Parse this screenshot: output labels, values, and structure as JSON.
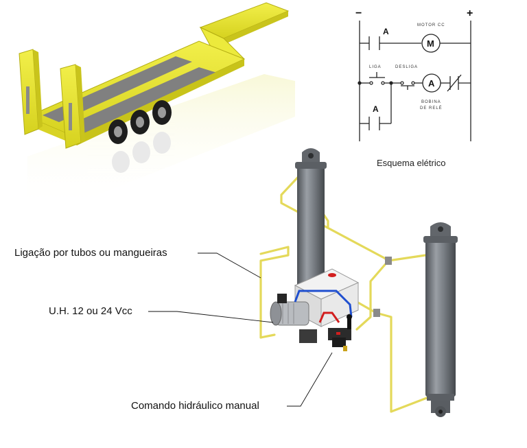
{
  "callouts": {
    "tubes": "Ligação por tubos ou mangueiras",
    "power_unit": "U.H. 12 ou 24 Vcc",
    "manual_control": "Comando hidráulico manual"
  },
  "schematic": {
    "caption": "Esquema elétrico",
    "minus": "−",
    "plus": "+",
    "contact_a_top": "A",
    "motor_label": "MOTOR CC",
    "motor_symbol": "M",
    "liga_label": "LIGA",
    "desliga_label": "DESLIGA",
    "coil_symbol": "A",
    "coil_label_1": "BOBINA",
    "coil_label_2": "DE RELÉ",
    "contact_a_bottom": "A"
  },
  "colors": {
    "trailer_yellow": "#e8e632",
    "deck_gray": "#7f7f7f",
    "cylinder_gray": "#6f7378",
    "pipe_yellow": "#e4d95a",
    "hose_blue": "#1f4fcf",
    "hose_red": "#d21e1e"
  }
}
